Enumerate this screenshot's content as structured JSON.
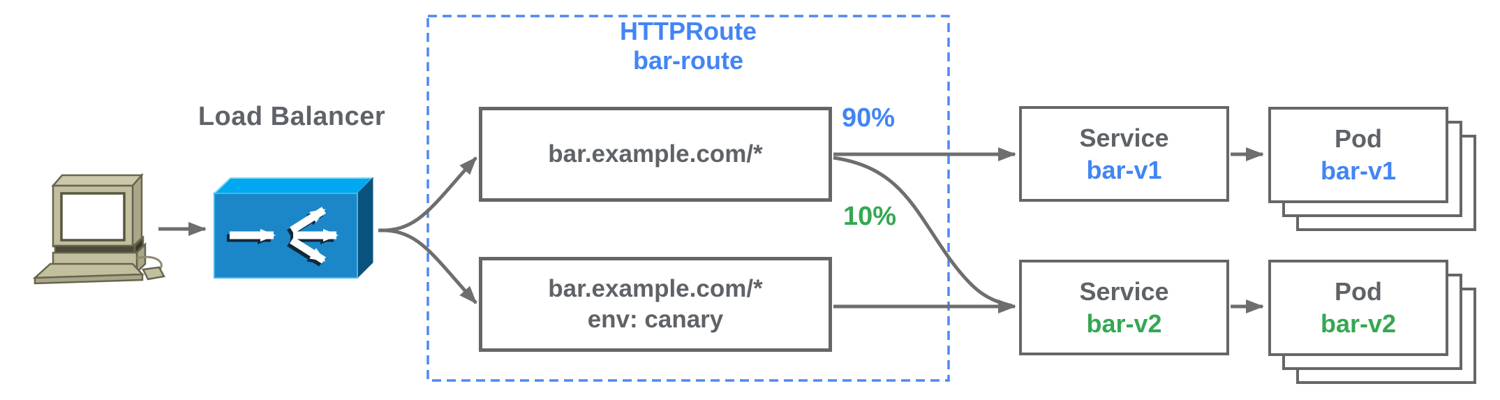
{
  "client": {
    "icon": "desktop-computer-icon"
  },
  "load_balancer": {
    "label": "Load Balancer",
    "icon": "load-balancer-icon"
  },
  "httproute": {
    "title": "HTTPRoute",
    "name": "bar-route",
    "rules": [
      {
        "lines": [
          "bar.example.com/*"
        ]
      },
      {
        "lines": [
          "bar.example.com/*",
          "env: canary"
        ]
      }
    ]
  },
  "weights": {
    "v1": "90%",
    "v2": "10%"
  },
  "services": [
    {
      "kind": "Service",
      "name": "bar-v1"
    },
    {
      "kind": "Service",
      "name": "bar-v2"
    }
  ],
  "pods": [
    {
      "kind": "Pod",
      "name": "bar-v1"
    },
    {
      "kind": "Pod",
      "name": "bar-v2"
    }
  ],
  "colors": {
    "accent_blue": "#4285f4",
    "accent_green": "#34a853",
    "text_gray": "#5f6368",
    "box_border_gray": "#666666",
    "arrow_gray": "#6e6e6e",
    "dashed_border_blue": "#4e88f4",
    "lb_top": "#00a8f0",
    "lb_front": "#1b87c9",
    "lb_side": "#0a527e"
  }
}
